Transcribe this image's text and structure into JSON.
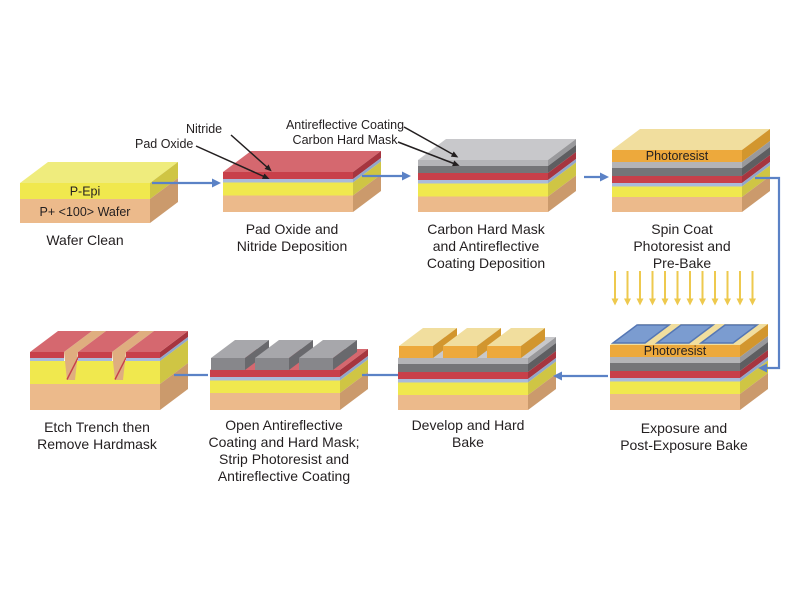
{
  "colors": {
    "background": "#FFFFFF",
    "text": "#231F20",
    "arrow_blue": "#5B82C6",
    "arrow_yellow": "#EEC94E",
    "callout_line": "#231F20",
    "wafer_front": "#ECBA8B",
    "wafer_side": "#CB9A6C",
    "trench_floor": "#DFAE7F",
    "epi_front": "#F0E84E",
    "epi_side": "#CFC544",
    "epi_top": "#EFEC7D",
    "oxide_front": "#AABBDA",
    "oxide_side": "#92A6C9",
    "nitride_front": "#C8404A",
    "nitride_side": "#A6353F",
    "nitride_top": "#D5686F",
    "hardmask_front": "#757578",
    "hardmask_side": "#5E5E61",
    "arc_front": "#B4B4B7",
    "arc_side": "#99999C",
    "arc_top": "#C8C8CB",
    "resist_front": "#EDA93C",
    "resist_side": "#D2962E",
    "resist_top": "#F1DE9E",
    "bar_front": "#87878B",
    "bar_side": "#69696D",
    "bar_top": "#A7A7AB",
    "exposed_fill": "#7B9CD0",
    "exposed_stroke": "#5577B5"
  },
  "steps": [
    {
      "name": "wafer-clean",
      "label_lines": [
        "Wafer Clean"
      ]
    },
    {
      "name": "pad-oxide-and-nitride-deposition",
      "label_lines": [
        "Pad Oxide and",
        "Nitride Deposition"
      ]
    },
    {
      "name": "carbon-hard-mask-and-arc-deposition",
      "label_lines": [
        "Carbon Hard Mask",
        "and Antireflective",
        "Coating Deposition"
      ]
    },
    {
      "name": "spin-coat-photoresist-and-pre-bake",
      "label_lines": [
        "Spin Coat",
        "Photoresist and",
        "Pre-Bake"
      ]
    },
    {
      "name": "exposure-and-post-exposure-bake",
      "label_lines": [
        "Exposure and",
        "Post-Exposure Bake"
      ]
    },
    {
      "name": "develop-and-hard-bake",
      "label_lines": [
        "Develop and Hard",
        "Bake"
      ]
    },
    {
      "name": "open-arc-and-hard-mask-strip",
      "label_lines": [
        "Open Antireflective",
        "Coating and Hard Mask;",
        "Strip Photoresist and",
        "Antireflective Coating"
      ]
    },
    {
      "name": "etch-trench-remove-hardmask",
      "label_lines": [
        "Etch Trench then",
        "Remove Hardmask"
      ]
    }
  ],
  "layer_labels": {
    "epi": "P-Epi",
    "substrate": "P+ <100> Wafer",
    "photoresist": "Photoresist"
  },
  "callouts": {
    "nitride": "Nitride",
    "pad_oxide": "Pad Oxide",
    "antireflective_coating": "Antireflective Coating",
    "carbon_hard_mask": "Carbon Hard Mask"
  }
}
